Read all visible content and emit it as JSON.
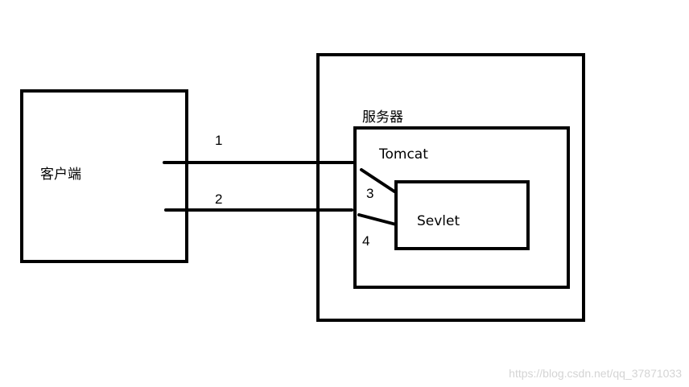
{
  "nodes": {
    "client": {
      "label": "客户端"
    },
    "server": {
      "label": "服务器"
    },
    "tomcat": {
      "label": "Tomcat"
    },
    "servlet": {
      "label": "Sevlet"
    }
  },
  "edges": [
    {
      "id": "1",
      "label": "1",
      "from": "client",
      "to": "tomcat"
    },
    {
      "id": "2",
      "label": "2",
      "from": "tomcat",
      "to": "client"
    },
    {
      "id": "3",
      "label": "3",
      "from": "tomcat",
      "to": "servlet"
    },
    {
      "id": "4",
      "label": "4",
      "from": "servlet",
      "to": "tomcat"
    }
  ],
  "watermark": "https://blog.csdn.net/qq_37871033",
  "colors": {
    "stroke": "#000000",
    "background": "#ffffff",
    "watermark": "#d4d4d4"
  }
}
